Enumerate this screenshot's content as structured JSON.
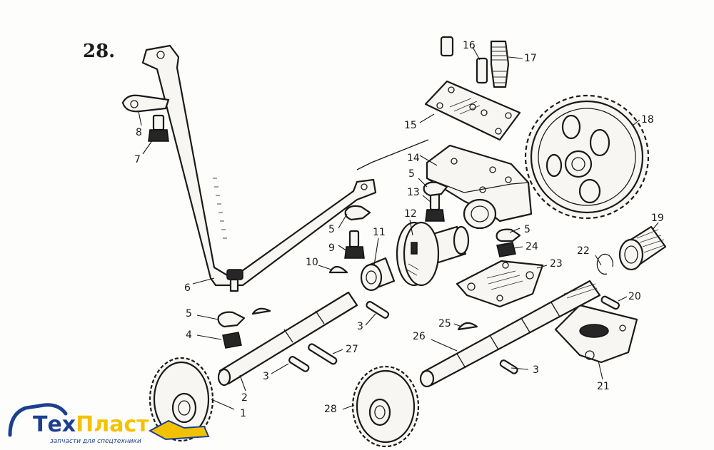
{
  "figure": {
    "number": "28."
  },
  "callouts": [
    {
      "id": "c1",
      "text": "1"
    },
    {
      "id": "c2",
      "text": "2"
    },
    {
      "id": "c3a",
      "text": "3"
    },
    {
      "id": "c3b",
      "text": "3"
    },
    {
      "id": "c3c",
      "text": "3"
    },
    {
      "id": "c4",
      "text": "4"
    },
    {
      "id": "c5a",
      "text": "5"
    },
    {
      "id": "c5b",
      "text": "5"
    },
    {
      "id": "c5c",
      "text": "5"
    },
    {
      "id": "c5d",
      "text": "5"
    },
    {
      "id": "c6",
      "text": "6"
    },
    {
      "id": "c7",
      "text": "7"
    },
    {
      "id": "c8",
      "text": "8"
    },
    {
      "id": "c9",
      "text": "9"
    },
    {
      "id": "c10",
      "text": "10"
    },
    {
      "id": "c11",
      "text": "11"
    },
    {
      "id": "c12",
      "text": "12"
    },
    {
      "id": "c13",
      "text": "13"
    },
    {
      "id": "c14",
      "text": "14"
    },
    {
      "id": "c15",
      "text": "15"
    },
    {
      "id": "c16",
      "text": "16"
    },
    {
      "id": "c17",
      "text": "17"
    },
    {
      "id": "c18",
      "text": "18"
    },
    {
      "id": "c19",
      "text": "19"
    },
    {
      "id": "c20",
      "text": "20"
    },
    {
      "id": "c21",
      "text": "21"
    },
    {
      "id": "c22",
      "text": "22"
    },
    {
      "id": "c23",
      "text": "23"
    },
    {
      "id": "c24",
      "text": "24"
    },
    {
      "id": "c25",
      "text": "25"
    },
    {
      "id": "c26",
      "text": "26"
    },
    {
      "id": "c27",
      "text": "27"
    },
    {
      "id": "c28",
      "text": "28"
    }
  ],
  "watermark": {
    "brand_part1": "Тех",
    "brand_part2": "Пласт",
    "tagline": "запчасти для спецтехники",
    "colors": {
      "brand_blue": "#1d3f8f",
      "brand_yellow": "#f2c200"
    }
  }
}
